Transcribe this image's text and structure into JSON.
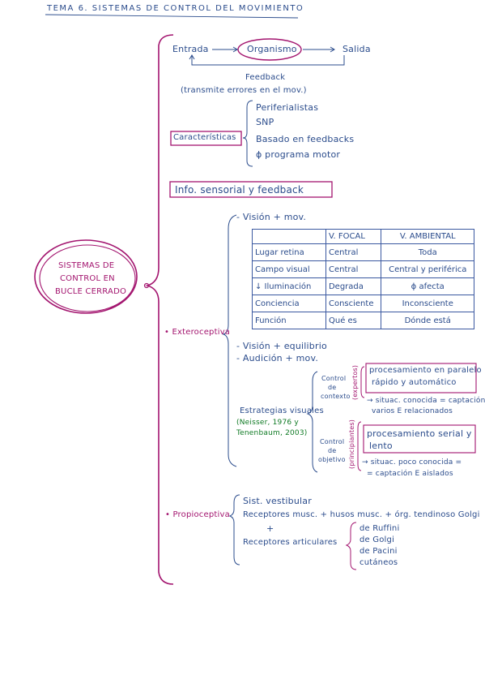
{
  "title": "TEMA 6. SISTEMAS DE CONTROL DEL MOVIMIENTO",
  "center_node": {
    "lines": [
      "SISTEMAS DE",
      "CONTROL EN",
      "BUCLE CERRADO"
    ]
  },
  "flow": {
    "input": "Entrada",
    "organism": "Organismo",
    "output": "Salida",
    "feedback": "Feedback",
    "feedback_note": "(transmite errores en el mov.)"
  },
  "caracteristicas": {
    "label": "Características",
    "items": [
      "Periferialistas",
      "SNP",
      "Basado en feedbacks",
      "ϕ programa motor"
    ]
  },
  "info_box": "Info. sensorial y feedback",
  "exteroceptiva": {
    "label": "• Exteroceptiva",
    "vision_mov": "- Visión + mov.",
    "table": {
      "headers": [
        "",
        "V. FOCAL",
        "V. AMBIENTAL"
      ],
      "rows": [
        [
          "Lugar retina",
          "Central",
          "Toda"
        ],
        [
          "Campo visual",
          "Central",
          "Central y periférica"
        ],
        [
          "↓ Iluminación",
          "Degrada",
          "ϕ afecta"
        ],
        [
          "Conciencia",
          "Consciente",
          "Inconsciente"
        ],
        [
          "Función",
          "Qué es",
          "Dónde está"
        ]
      ]
    },
    "vision_equilibrio": "- Visión + equilibrio",
    "audicion_mov": "- Audición + mov.",
    "estrategias_label": "Estrategias visuales",
    "estrategias_ref1": "(Neisser, 1976 y",
    "estrategias_ref2": "Tenenbaum, 2003)",
    "contexto": {
      "label_lines": [
        "Control",
        "de",
        "contexto"
      ],
      "side": "(expertos)",
      "box": [
        "procesamiento en paralelo",
        "rápido y automático"
      ],
      "note": [
        "→ situac. conocida = captación",
        "varios E relacionados"
      ]
    },
    "objetivo": {
      "label_lines": [
        "Control",
        "de",
        "objetivo"
      ],
      "side": "(principiantes)",
      "box": [
        "procesamiento serial y",
        "lento"
      ],
      "note": [
        "→ situac. poco conocida =",
        "= captación E aislados"
      ]
    }
  },
  "propioceptiva": {
    "label": "• Propioceptiva",
    "items": [
      "Sist. vestibular",
      "Receptores musc. + husos musc. + órg. tendinoso Golgi",
      "+",
      "Receptores articulares"
    ],
    "articulares": [
      "de Ruffini",
      "de Golgi",
      "de Pacini",
      "cutáneos"
    ]
  },
  "colors": {
    "pink": "#a3156f",
    "blue": "#2b4c8c",
    "green": "#0f7a24"
  }
}
